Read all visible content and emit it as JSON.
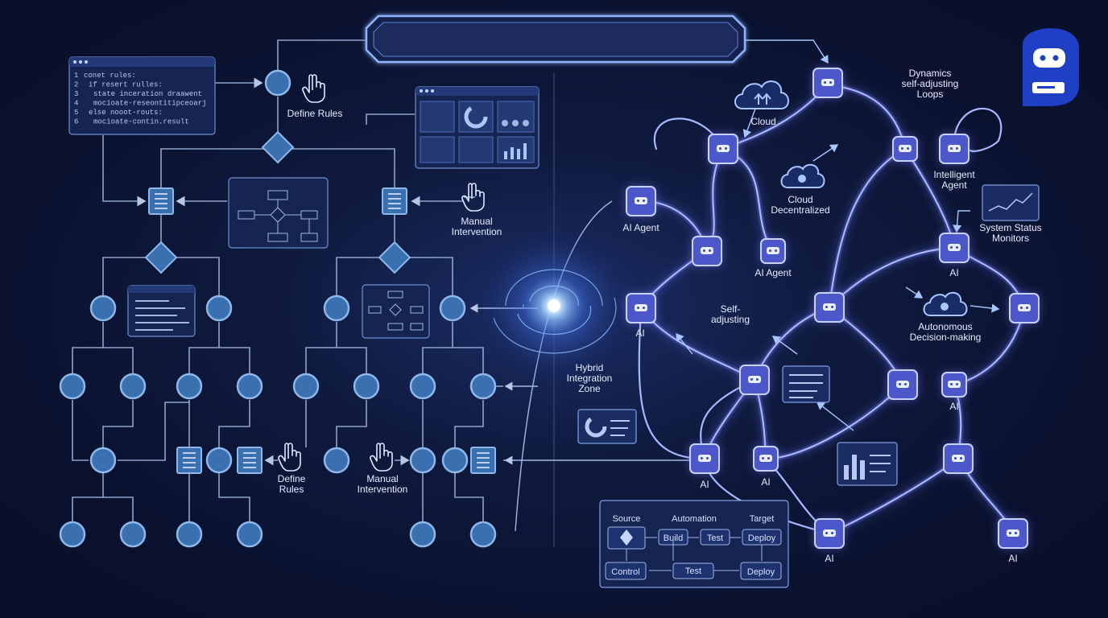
{
  "title_bar": {
    "text": ""
  },
  "code_panel": {
    "lines": [
      "conet rules:",
      "if resert rulles:",
      "state inceration draawent",
      "mocioate-reseontitipceoarj",
      "else nooot-routs:",
      "mocioate-contin.result"
    ],
    "line_numbers": [
      "1",
      "2",
      "3",
      "4",
      "5",
      "6"
    ]
  },
  "labels": {
    "define_rules_top": "Define Rules",
    "manual_intervention_mid": "Manual\nIntervention",
    "define_rules_bottom": "Define\nRules",
    "manual_intervention_bottom": "Manual\nIntervention",
    "hybrid_zone": "Hybrid\nIntegration\nZone",
    "cloud": "Cloud",
    "dynamics": "Dynamics\nself-adjusting\nLoops",
    "cloud_decentralized": "Cloud\nDecentralized",
    "intelligent_agent": "Intelligent\nAgent",
    "ai_agent_1": "AI Agent",
    "ai_agent_2": "AI Agent",
    "system_status": "System Status\nMonitors",
    "ai_right_1": "AI",
    "ai_left": "AI",
    "self_adjusting": "Self-\nadjusting",
    "autonomous": "Autonomous\nDecision-making",
    "ai_mid_right": "AI",
    "ai_bottom_1": "AI",
    "ai_bottom_2": "AI",
    "ai_bottom_3": "AI",
    "ai_bottom_4": "AI"
  },
  "pipeline": {
    "headers": [
      "Source",
      "Automation",
      "Target"
    ],
    "top_row": [
      "Build",
      "Test",
      "Deploy"
    ],
    "bottom_row": [
      "Control",
      "Test",
      "Deploy"
    ]
  },
  "colors": {
    "background": "#0b1430",
    "node_fill": "#3a6fb0",
    "node_stroke": "#8fb8ea",
    "line": "#9fb2d6",
    "glow": "#7f8cff",
    "agent_fill": "#7c74ff",
    "brand": "#1f3fc4"
  }
}
